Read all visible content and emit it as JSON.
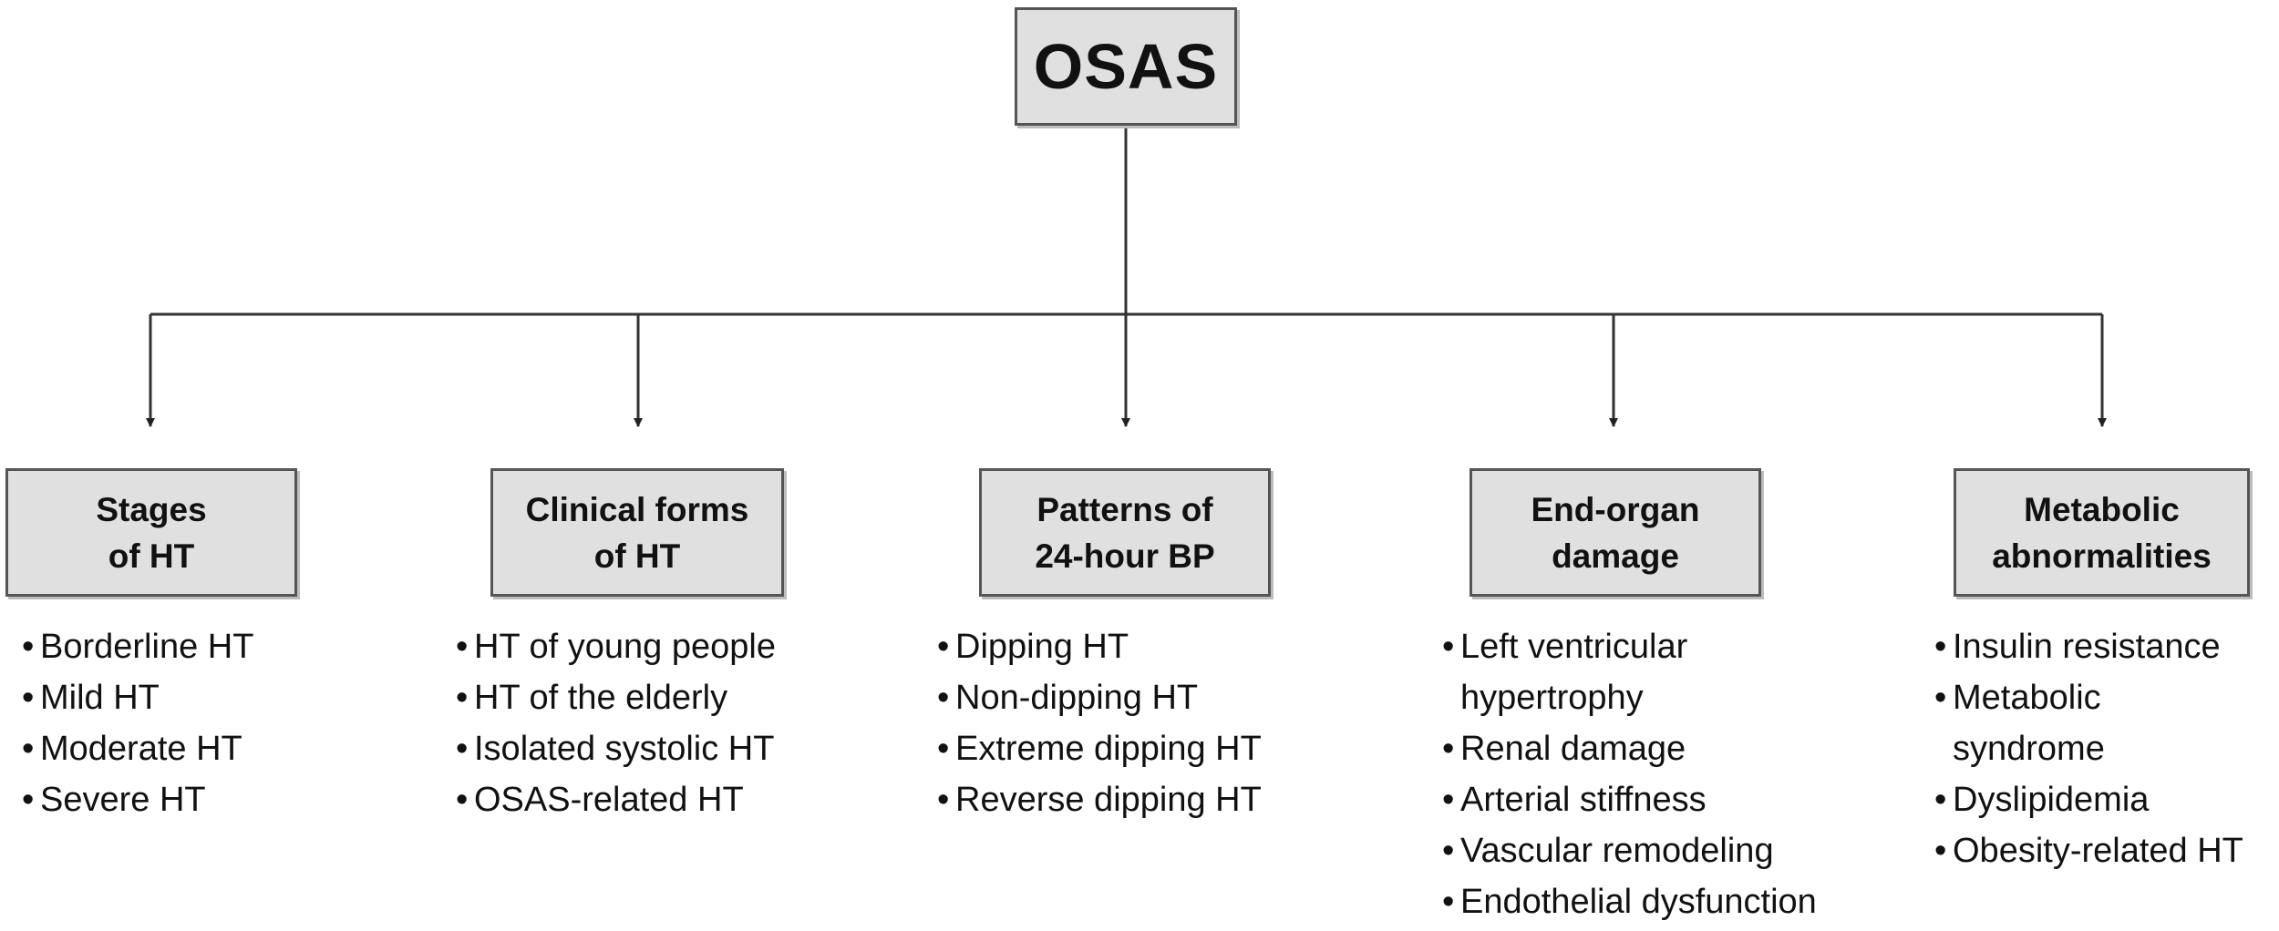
{
  "root": {
    "title": "OSAS"
  },
  "categories": [
    {
      "title": "Stages\nof HT",
      "items": [
        "Borderline HT",
        "Mild HT",
        "Moderate HT",
        "Severe HT"
      ]
    },
    {
      "title": "Clinical forms\nof HT",
      "items": [
        "HT of young people",
        "HT of the elderly",
        "Isolated systolic HT",
        "OSAS-related HT"
      ]
    },
    {
      "title": "Patterns of\n24-hour BP",
      "items": [
        "Dipping HT",
        "Non-dipping HT",
        "Extreme dipping HT",
        "Reverse dipping HT"
      ]
    },
    {
      "title": "End-organ\ndamage",
      "items": [
        "Left ventricular\nhypertrophy",
        "Renal damage",
        "Arterial stiffness",
        "Vascular remodeling",
        "Endothelial dysfunction"
      ]
    },
    {
      "title": "Metabolic\nabnormalities",
      "items": [
        "Insulin resistance",
        "Metabolic\nsyndrome",
        "Dyslipidemia",
        "Obesity-related HT"
      ]
    }
  ]
}
